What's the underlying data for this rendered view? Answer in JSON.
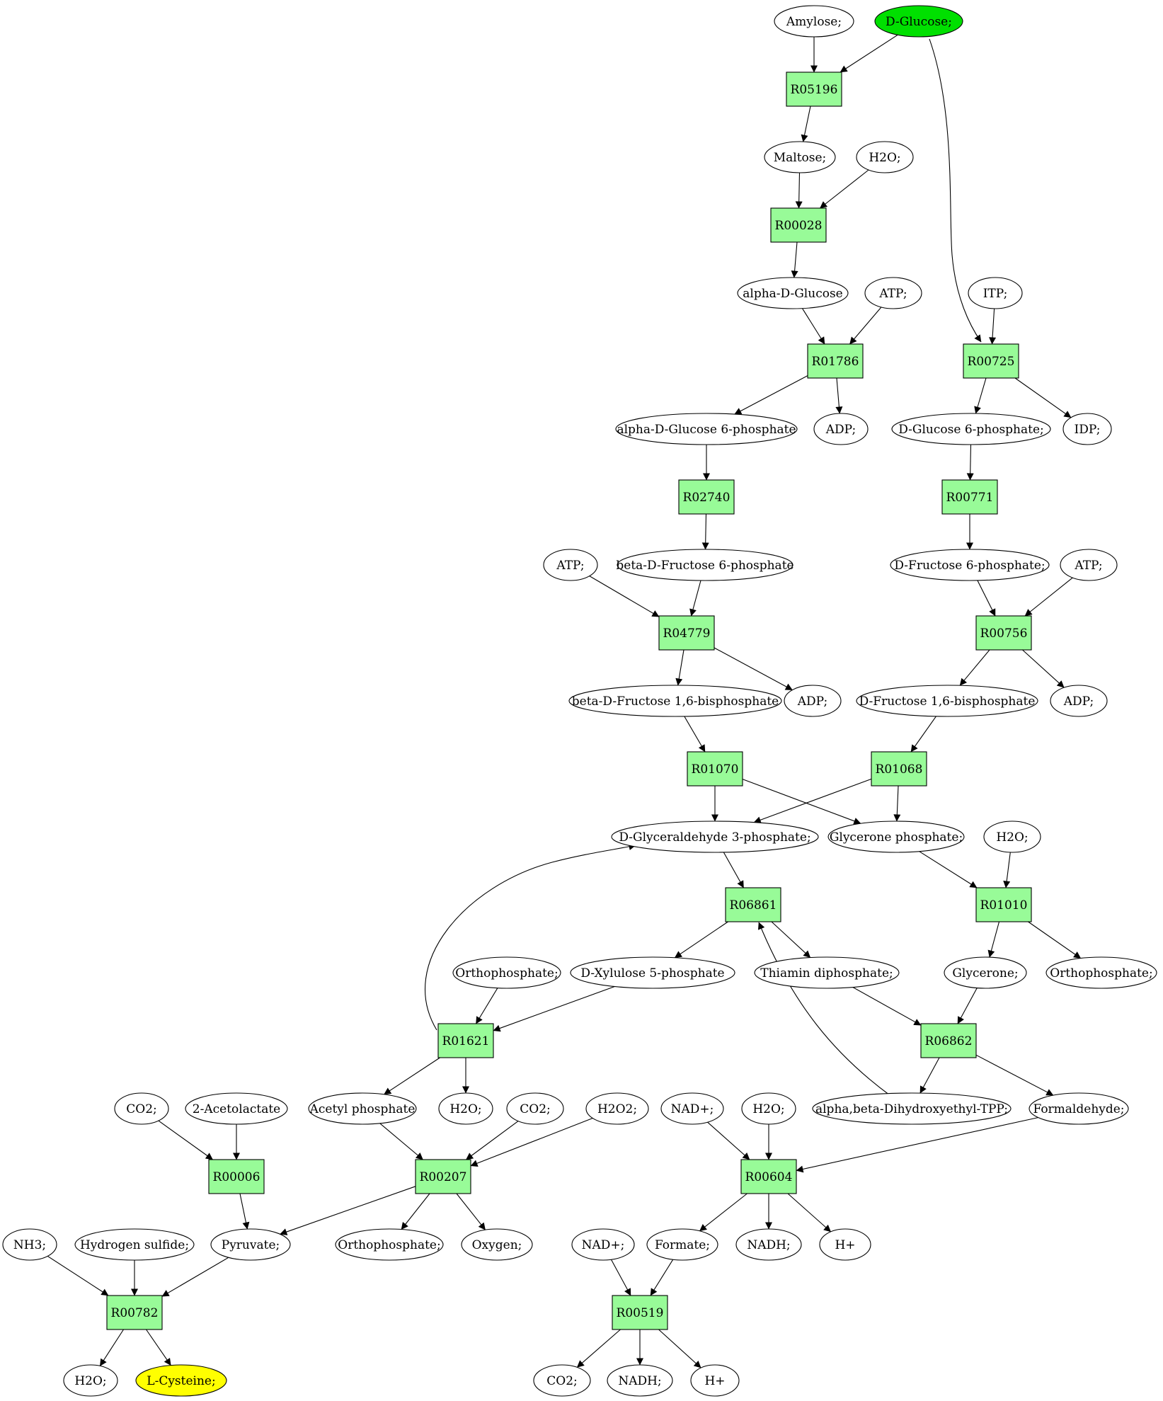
{
  "colors": {
    "reaction_fill": "#98fb98",
    "start_fill": "#00e000",
    "target_fill": "#ffff00",
    "default_fill": "#ffffff",
    "stroke": "#000000"
  },
  "nodes": {
    "amylose": {
      "label": "Amylose;",
      "kind": "compound"
    },
    "dglucose": {
      "label": "D-Glucose;",
      "kind": "start"
    },
    "r05196": {
      "label": "R05196",
      "kind": "reaction"
    },
    "maltose": {
      "label": "Maltose;",
      "kind": "compound"
    },
    "h2o_1": {
      "label": "H2O;",
      "kind": "compound"
    },
    "r00028": {
      "label": "R00028",
      "kind": "reaction"
    },
    "adglucose": {
      "label": "alpha-D-Glucose",
      "kind": "compound"
    },
    "atp_1": {
      "label": "ATP;",
      "kind": "compound"
    },
    "itp": {
      "label": "ITP;",
      "kind": "compound"
    },
    "r01786": {
      "label": "R01786",
      "kind": "reaction"
    },
    "r00725": {
      "label": "R00725",
      "kind": "reaction"
    },
    "adg6p": {
      "label": "alpha-D-Glucose 6-phosphate",
      "kind": "compound"
    },
    "adp_1": {
      "label": "ADP;",
      "kind": "compound"
    },
    "dg6p": {
      "label": "D-Glucose 6-phosphate;",
      "kind": "compound"
    },
    "idp": {
      "label": "IDP;",
      "kind": "compound"
    },
    "r02740": {
      "label": "R02740",
      "kind": "reaction"
    },
    "r00771": {
      "label": "R00771",
      "kind": "reaction"
    },
    "atp_2": {
      "label": "ATP;",
      "kind": "compound"
    },
    "bdf6p": {
      "label": "beta-D-Fructose 6-phosphate",
      "kind": "compound"
    },
    "df6p": {
      "label": "D-Fructose 6-phosphate;",
      "kind": "compound"
    },
    "atp_3": {
      "label": "ATP;",
      "kind": "compound"
    },
    "r04779": {
      "label": "R04779",
      "kind": "reaction"
    },
    "r00756": {
      "label": "R00756",
      "kind": "reaction"
    },
    "bdf16bp": {
      "label": "beta-D-Fructose 1,6-bisphosphate",
      "kind": "compound"
    },
    "adp_2": {
      "label": "ADP;",
      "kind": "compound"
    },
    "df16bp": {
      "label": "D-Fructose 1,6-bisphosphate",
      "kind": "compound"
    },
    "adp_3": {
      "label": "ADP;",
      "kind": "compound"
    },
    "r01070": {
      "label": "R01070",
      "kind": "reaction"
    },
    "r01068": {
      "label": "R01068",
      "kind": "reaction"
    },
    "dga3p": {
      "label": "D-Glyceraldehyde 3-phosphate;",
      "kind": "compound"
    },
    "glyp": {
      "label": "Glycerone phosphate;",
      "kind": "compound"
    },
    "h2o_2": {
      "label": "H2O;",
      "kind": "compound"
    },
    "r06861": {
      "label": "R06861",
      "kind": "reaction"
    },
    "r01010": {
      "label": "R01010",
      "kind": "reaction"
    },
    "orthop_1": {
      "label": "Orthophosphate;",
      "kind": "compound"
    },
    "dx5p": {
      "label": "D-Xylulose 5-phosphate",
      "kind": "compound"
    },
    "thiamin": {
      "label": "Thiamin diphosphate;",
      "kind": "compound"
    },
    "glycerone": {
      "label": "Glycerone;",
      "kind": "compound"
    },
    "orthop_2": {
      "label": "Orthophosphate;",
      "kind": "compound"
    },
    "r01621": {
      "label": "R01621",
      "kind": "reaction"
    },
    "r06862": {
      "label": "R06862",
      "kind": "reaction"
    },
    "co2_1": {
      "label": "CO2;",
      "kind": "compound"
    },
    "acetolactate": {
      "label": "2-Acetolactate",
      "kind": "compound"
    },
    "acetylp": {
      "label": "Acetyl phosphate",
      "kind": "compound"
    },
    "h2o_3": {
      "label": "H2O;",
      "kind": "compound"
    },
    "co2_2": {
      "label": "CO2;",
      "kind": "compound"
    },
    "h2o2": {
      "label": "H2O2;",
      "kind": "compound"
    },
    "nadp_1": {
      "label": "NAD+;",
      "kind": "compound"
    },
    "h2o_4": {
      "label": "H2O;",
      "kind": "compound"
    },
    "abdhtpp": {
      "label": "alpha,beta-Dihydroxyethyl-TPP;",
      "kind": "compound"
    },
    "formaldehyde": {
      "label": "Formaldehyde;",
      "kind": "compound"
    },
    "r00006": {
      "label": "R00006",
      "kind": "reaction"
    },
    "r00207": {
      "label": "R00207",
      "kind": "reaction"
    },
    "r00604": {
      "label": "R00604",
      "kind": "reaction"
    },
    "nh3": {
      "label": "NH3;",
      "kind": "compound"
    },
    "h2s": {
      "label": "Hydrogen sulfide;",
      "kind": "compound"
    },
    "pyruvate": {
      "label": "Pyruvate;",
      "kind": "compound"
    },
    "orthop_3": {
      "label": "Orthophosphate;",
      "kind": "compound"
    },
    "oxygen": {
      "label": "Oxygen;",
      "kind": "compound"
    },
    "nadp_2": {
      "label": "NAD+;",
      "kind": "compound"
    },
    "formate": {
      "label": "Formate;",
      "kind": "compound"
    },
    "nadh_1": {
      "label": "NADH;",
      "kind": "compound"
    },
    "hplus_1": {
      "label": "H+",
      "kind": "compound"
    },
    "r00782": {
      "label": "R00782",
      "kind": "reaction"
    },
    "r00519": {
      "label": "R00519",
      "kind": "reaction"
    },
    "h2o_5": {
      "label": "H2O;",
      "kind": "compound"
    },
    "lcys": {
      "label": "L-Cysteine;",
      "kind": "target"
    },
    "co2_3": {
      "label": "CO2;",
      "kind": "compound"
    },
    "nadh_2": {
      "label": "NADH;",
      "kind": "compound"
    },
    "hplus_2": {
      "label": "H+",
      "kind": "compound"
    }
  },
  "edges": [
    [
      "amylose",
      "r05196"
    ],
    [
      "dglucose",
      "r05196"
    ],
    [
      "dglucose",
      "r00725"
    ],
    [
      "r05196",
      "maltose"
    ],
    [
      "maltose",
      "r00028"
    ],
    [
      "h2o_1",
      "r00028"
    ],
    [
      "r00028",
      "adglucose"
    ],
    [
      "adglucose",
      "r01786"
    ],
    [
      "atp_1",
      "r01786"
    ],
    [
      "itp",
      "r00725"
    ],
    [
      "r01786",
      "adg6p"
    ],
    [
      "r01786",
      "adp_1"
    ],
    [
      "r00725",
      "dg6p"
    ],
    [
      "r00725",
      "idp"
    ],
    [
      "adg6p",
      "r02740"
    ],
    [
      "dg6p",
      "r00771"
    ],
    [
      "r02740",
      "bdf6p"
    ],
    [
      "r00771",
      "df6p"
    ],
    [
      "atp_2",
      "r04779"
    ],
    [
      "bdf6p",
      "r04779"
    ],
    [
      "df6p",
      "r00756"
    ],
    [
      "atp_3",
      "r00756"
    ],
    [
      "r04779",
      "bdf16bp"
    ],
    [
      "r04779",
      "adp_2"
    ],
    [
      "r00756",
      "df16bp"
    ],
    [
      "r00756",
      "adp_3"
    ],
    [
      "bdf16bp",
      "r01070"
    ],
    [
      "df16bp",
      "r01068"
    ],
    [
      "r01070",
      "dga3p"
    ],
    [
      "r01070",
      "glyp"
    ],
    [
      "r01068",
      "dga3p"
    ],
    [
      "r01068",
      "glyp"
    ],
    [
      "dga3p",
      "r06861"
    ],
    [
      "glyp",
      "r01010"
    ],
    [
      "h2o_2",
      "r01010"
    ],
    [
      "r06861",
      "dx5p"
    ],
    [
      "r06861",
      "thiamin"
    ],
    [
      "r01010",
      "glycerone"
    ],
    [
      "r01010",
      "orthop_2"
    ],
    [
      "orthop_1",
      "r01621"
    ],
    [
      "dx5p",
      "r01621"
    ],
    [
      "thiamin",
      "r06862"
    ],
    [
      "glycerone",
      "r06862"
    ],
    [
      "r01621",
      "dga3p"
    ],
    [
      "r06862",
      "r06861"
    ],
    [
      "r01621",
      "acetylp"
    ],
    [
      "r01621",
      "h2o_3"
    ],
    [
      "r06862",
      "abdhtpp"
    ],
    [
      "r06862",
      "formaldehyde"
    ],
    [
      "co2_1",
      "r00006"
    ],
    [
      "acetolactate",
      "r00006"
    ],
    [
      "acetylp",
      "r00207"
    ],
    [
      "co2_2",
      "r00207"
    ],
    [
      "h2o2",
      "r00207"
    ],
    [
      "nadp_1",
      "r00604"
    ],
    [
      "h2o_4",
      "r00604"
    ],
    [
      "formaldehyde",
      "r00604"
    ],
    [
      "r00006",
      "pyruvate"
    ],
    [
      "r00207",
      "pyruvate"
    ],
    [
      "r00207",
      "orthop_3"
    ],
    [
      "r00207",
      "oxygen"
    ],
    [
      "r00604",
      "formate"
    ],
    [
      "r00604",
      "nadh_1"
    ],
    [
      "r00604",
      "hplus_1"
    ],
    [
      "nh3",
      "r00782"
    ],
    [
      "h2s",
      "r00782"
    ],
    [
      "pyruvate",
      "r00782"
    ],
    [
      "nadp_2",
      "r00519"
    ],
    [
      "formate",
      "r00519"
    ],
    [
      "r00782",
      "h2o_5"
    ],
    [
      "r00782",
      "lcys"
    ],
    [
      "r00519",
      "co2_3"
    ],
    [
      "r00519",
      "nadh_2"
    ],
    [
      "r00519",
      "hplus_2"
    ]
  ]
}
